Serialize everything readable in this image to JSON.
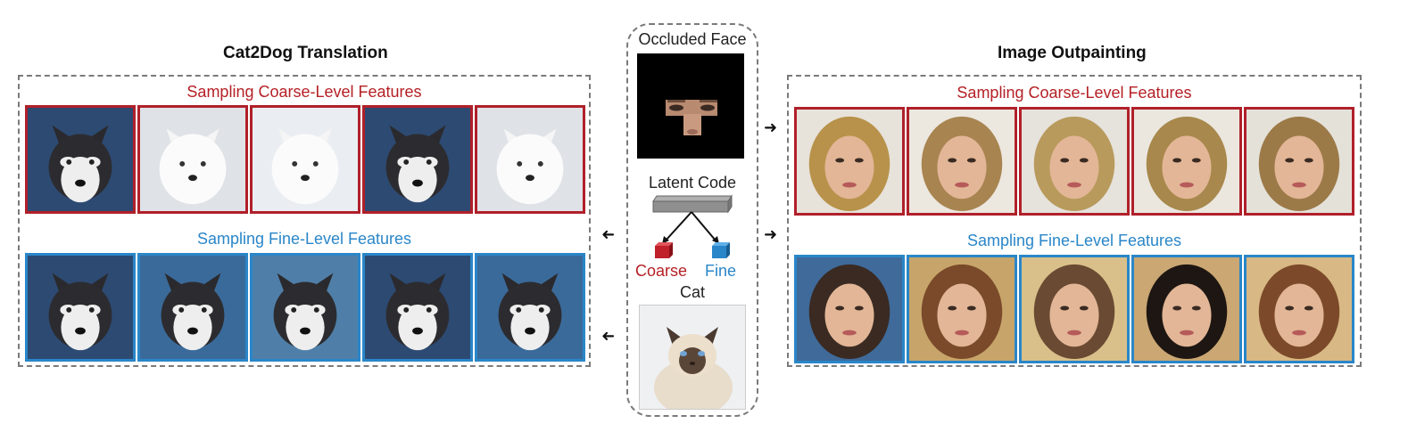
{
  "left": {
    "title": "Cat2Dog Translation",
    "coarse_label": "Sampling Coarse-Level Features",
    "fine_label": "Sampling Fine-Level Features",
    "coarse_images": [
      "husky-dog-photo",
      "white-samoyed-dog-photo",
      "white-samoyed-dog-photo",
      "husky-dog-photo",
      "white-samoyed-dog-photo"
    ],
    "fine_images": [
      "husky-dog-photo",
      "husky-dog-photo",
      "husky-dog-photo",
      "husky-dog-photo",
      "husky-dog-photo"
    ]
  },
  "right": {
    "title": "Image Outpainting",
    "coarse_label": "Sampling Coarse-Level Features",
    "fine_label": "Sampling Fine-Level Features",
    "coarse_images": [
      "woman-face-photo",
      "woman-face-photo",
      "woman-face-photo",
      "woman-face-photo",
      "woman-face-photo"
    ],
    "fine_images": [
      "woman-face-photo",
      "woman-face-photo",
      "woman-face-photo",
      "woman-face-photo",
      "woman-face-photo"
    ]
  },
  "center": {
    "occluded_label": "Occluded Face",
    "latent_label": "Latent Code",
    "coarse_label": "Coarse",
    "fine_label": "Fine",
    "cat_label": "Cat"
  },
  "colors": {
    "coarse": "#b52025",
    "fine": "#2a86c8",
    "dashed": "#7a7a7a"
  }
}
